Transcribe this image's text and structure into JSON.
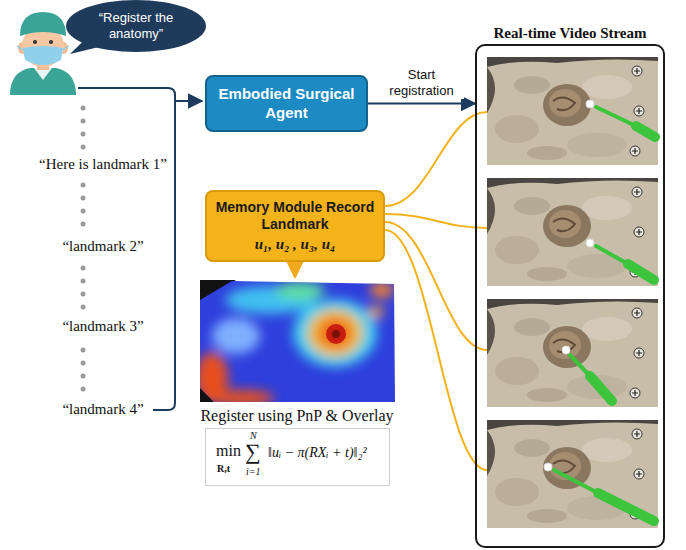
{
  "diagram": {
    "nodes": [
      {
        "text": [
          "“Register the anatomy”"
        ]
      },
      {
        "text": [
          "Embodied Surgical Agent"
        ]
      },
      {
        "text": [
          "Real-time Video Stream"
        ]
      },
      {
        "text": [
          "Memory Module Record Landmark",
          "u₁, u₂ , u₃, u₄"
        ]
      },
      {
        "text": [
          "min",
          "R,t",
          "N",
          "∑",
          "i=1",
          "‖uᵢ − π(RXᵢ + t)‖₂²"
        ]
      }
    ],
    "edges": [
      {
        "from": 1,
        "to": 2,
        "arrow": "to",
        "label": "Start registration"
      }
    ],
    "labels": [
      "“Here is landmark 1”",
      "“landmark 2”",
      "“landmark 3”",
      "“landmark 4”",
      "Register using PnP & Overlay"
    ]
  }
}
